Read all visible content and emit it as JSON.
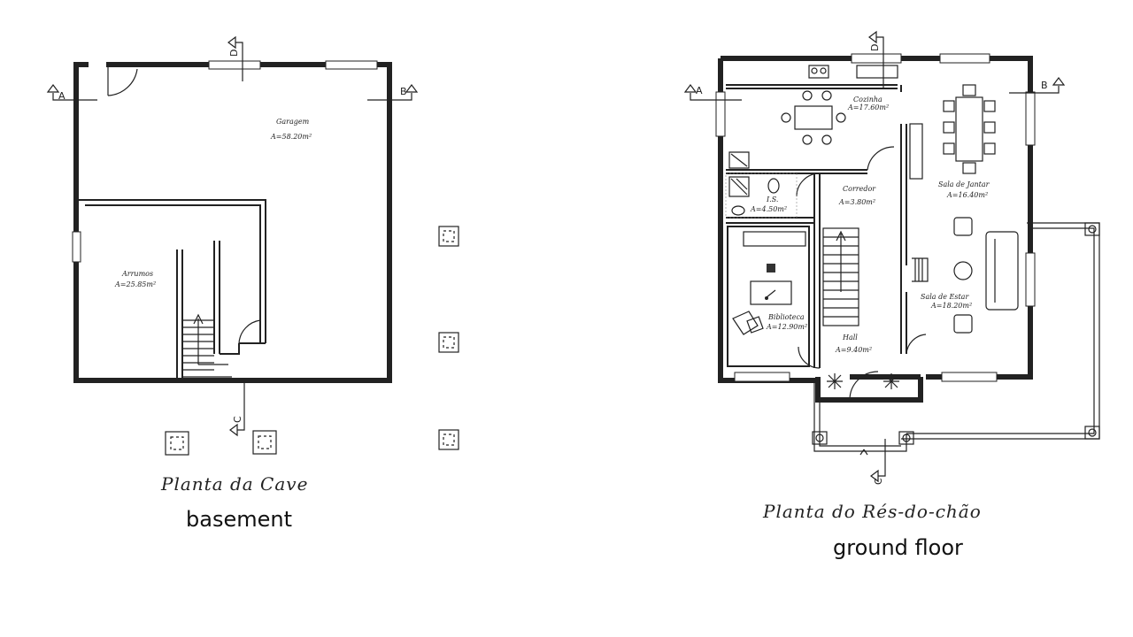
{
  "basement": {
    "caption": "Planta da Cave",
    "subtitle": "basement",
    "rooms": [
      {
        "name": "Garagem",
        "area": "A=58.20m²"
      },
      {
        "name": "Arrumos",
        "area": "A=25.85m²"
      }
    ],
    "sections": {
      "a": "A",
      "b": "B",
      "c": "C",
      "d": "D"
    }
  },
  "ground": {
    "caption": "Planta do Rés-do-chão",
    "subtitle": "ground floor",
    "rooms": [
      {
        "name": "Cozinha",
        "area": "A=17.60m²"
      },
      {
        "name": "Sala de Jantar",
        "area": "A=16.40m²"
      },
      {
        "name": "Corredor",
        "area": "A=3.80m²"
      },
      {
        "name": "I.S.",
        "area": "A=4.50m²"
      },
      {
        "name": "Biblioteca",
        "area": "A=12.90m²"
      },
      {
        "name": "Sala de Estar",
        "area": "A=18.20m²"
      },
      {
        "name": "Hall",
        "area": "A=9.40m²"
      }
    ],
    "sections": {
      "a": "A",
      "b": "B",
      "c": "C",
      "d": "D"
    }
  }
}
